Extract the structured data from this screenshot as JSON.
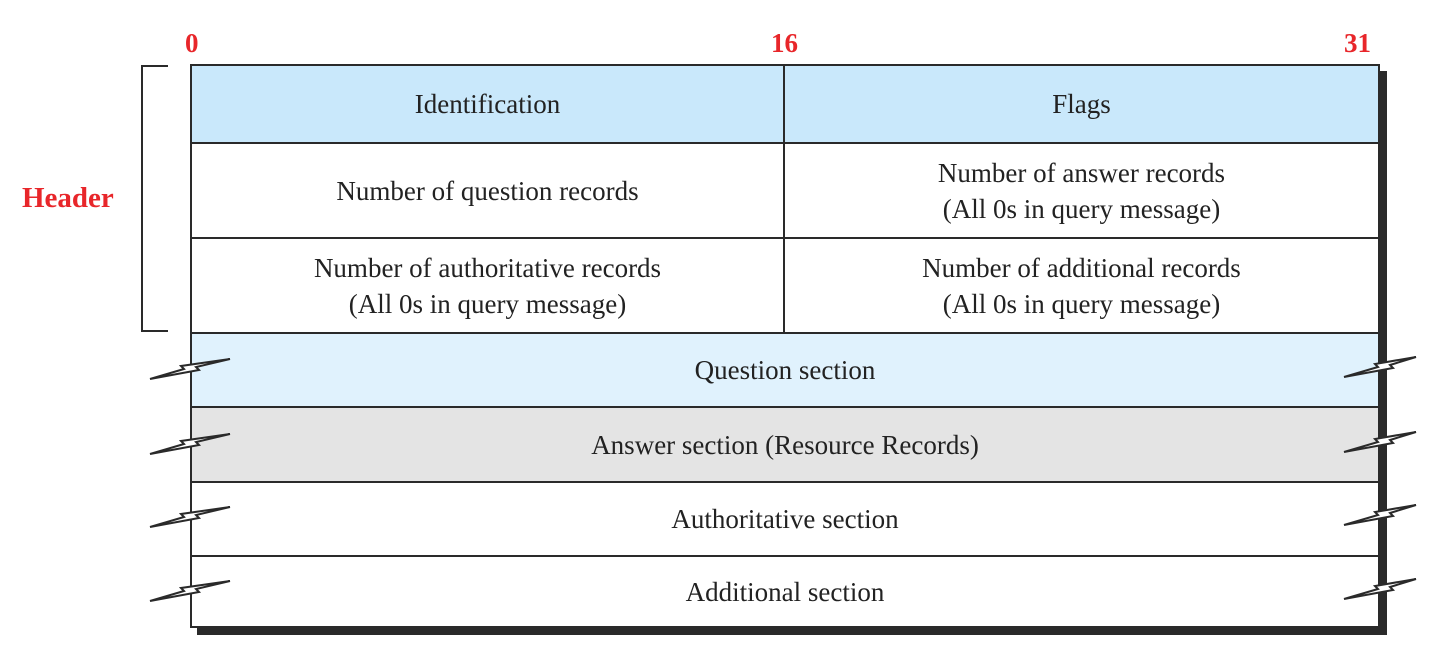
{
  "bit_positions": [
    "0",
    "16",
    "31"
  ],
  "header_label": "Header",
  "header_rows": [
    {
      "left": [
        "Identification"
      ],
      "right": [
        "Flags"
      ]
    },
    {
      "left": [
        "Number of question records"
      ],
      "right": [
        "Number of answer records",
        "(All 0s in query message)"
      ]
    },
    {
      "left": [
        "Number of authoritative records",
        "(All 0s in query message)"
      ],
      "right": [
        "Number of additional  records",
        "(All 0s in query message)"
      ]
    }
  ],
  "sections": [
    "Question section",
    "Answer section (Resource Records)",
    "Authoritative section",
    "Additional section"
  ],
  "colors": {
    "label_red": "#e8262a",
    "identification_row": "#c9e8fb",
    "question_section": "#e0f2fd",
    "answer_section": "#e4e4e4",
    "border": "#2a2a2a"
  }
}
